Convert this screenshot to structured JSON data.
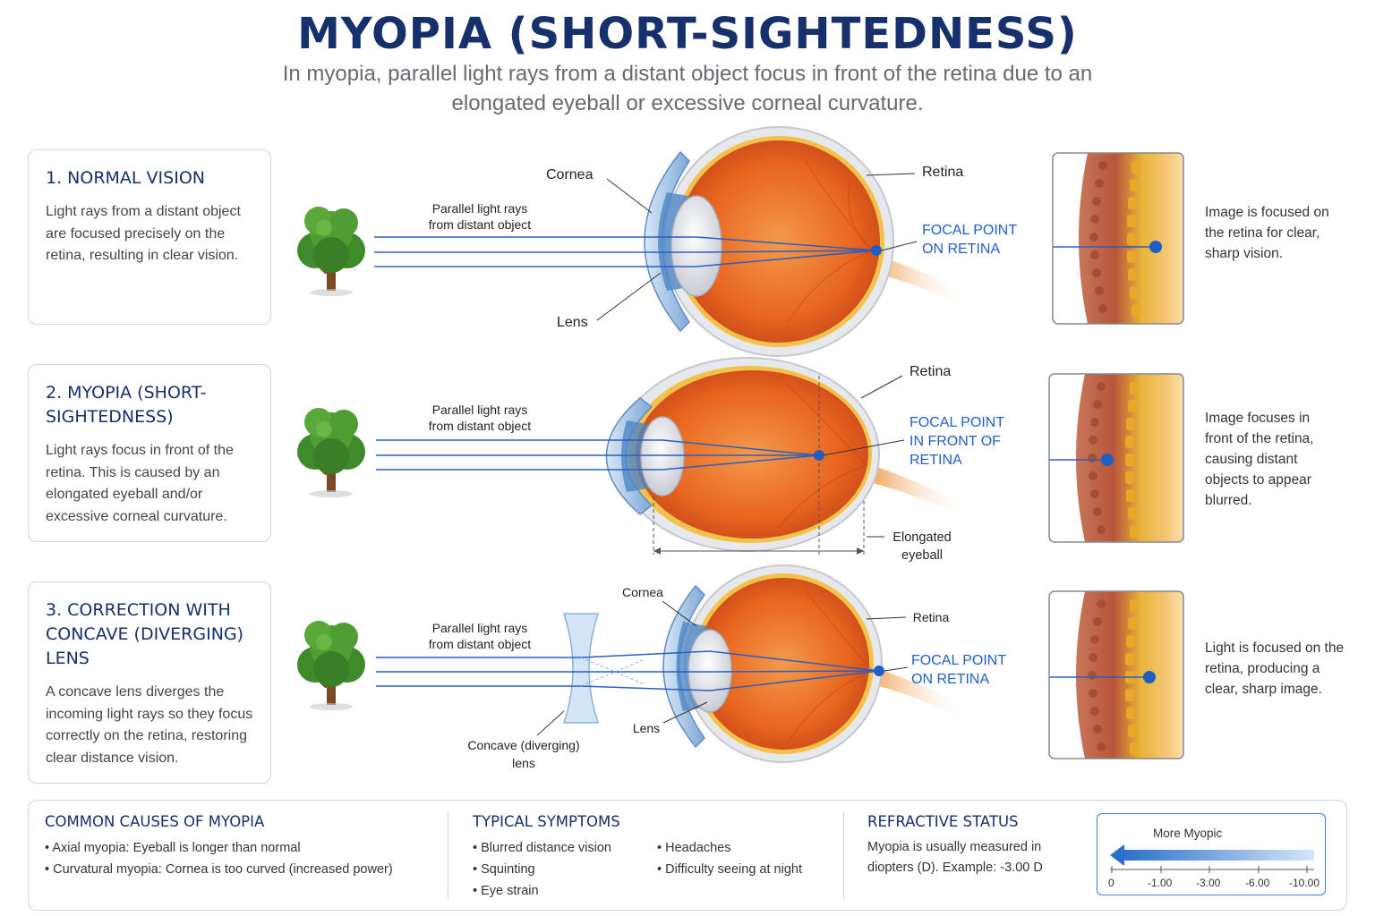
{
  "title": "MYOPIA (SHORT-SIGHTEDNESS)",
  "subtitle": "In myopia, parallel light rays from a distant object focus in front of the retina due to an elongated eyeball or excessive corneal curvature.",
  "panels": [
    {
      "heading": "1. NORMAL VISION",
      "text": "Light rays from a distant object are focused precisely on the retina, resulting in clear vision.",
      "rays_label": "Parallel light rays from distant object",
      "focal": "FOCAL POINT ON RETINA",
      "zoom_text": "Image is focused on the retina for clear, sharp vision.",
      "cornea": "Cornea",
      "lens": "Lens",
      "retina": "Retina"
    },
    {
      "heading": "2. MYOPIA (SHORT-SIGHTEDNESS)",
      "text": "Light rays focus in front of the retina. This is caused by an elongated eyeball and/or excessive corneal curvature.",
      "rays_label": "Parallel light rays from distant object",
      "focal": "FOCAL POINT IN FRONT OF RETINA",
      "zoom_text": "Image focuses in front of the retina, causing distant objects to appear blurred.",
      "retina": "Retina",
      "elongated": "Elongated eyeball"
    },
    {
      "heading": "3. CORRECTION WITH CONCAVE (DIVERGING) LENS",
      "text": "A concave lens diverges the incoming light rays so they focus correctly on the retina, restoring clear distance vision.",
      "rays_label": "Parallel light rays from distant object",
      "focal": "FOCAL POINT ON RETINA",
      "zoom_text": "Light is focused on the retina, producing a clear, sharp image.",
      "cornea": "Cornea",
      "lens": "Lens",
      "retina": "Retina",
      "concave": "Concave (diverging) lens"
    }
  ],
  "bottom": {
    "causes": {
      "heading": "COMMON CAUSES OF MYOPIA",
      "items": [
        "Axial myopia: Eyeball is longer than normal",
        "Curvatural myopia: Cornea is too curved (increased power)"
      ]
    },
    "symptoms": {
      "heading": "TYPICAL SYMPTOMS",
      "col1": [
        "Blurred distance vision",
        "Squinting",
        "Eye strain"
      ],
      "col2": [
        "Headaches",
        "Difficulty seeing at night"
      ]
    },
    "refractive": {
      "heading": "REFRACTIVE STATUS",
      "text": "Myopia is usually measured in diopters (D). Example: -3.00 D",
      "scale_label": "More Myopic",
      "ticks": [
        "0",
        "-1.00",
        "-3.00",
        "-6.00",
        "-10.00"
      ]
    }
  },
  "colors": {
    "title": "#16306b",
    "accent_blue": "#1f5fc2",
    "eye_orange": "#e8641e",
    "sclera": "#e6e8ec",
    "tree_green": "#3f8a2a"
  }
}
